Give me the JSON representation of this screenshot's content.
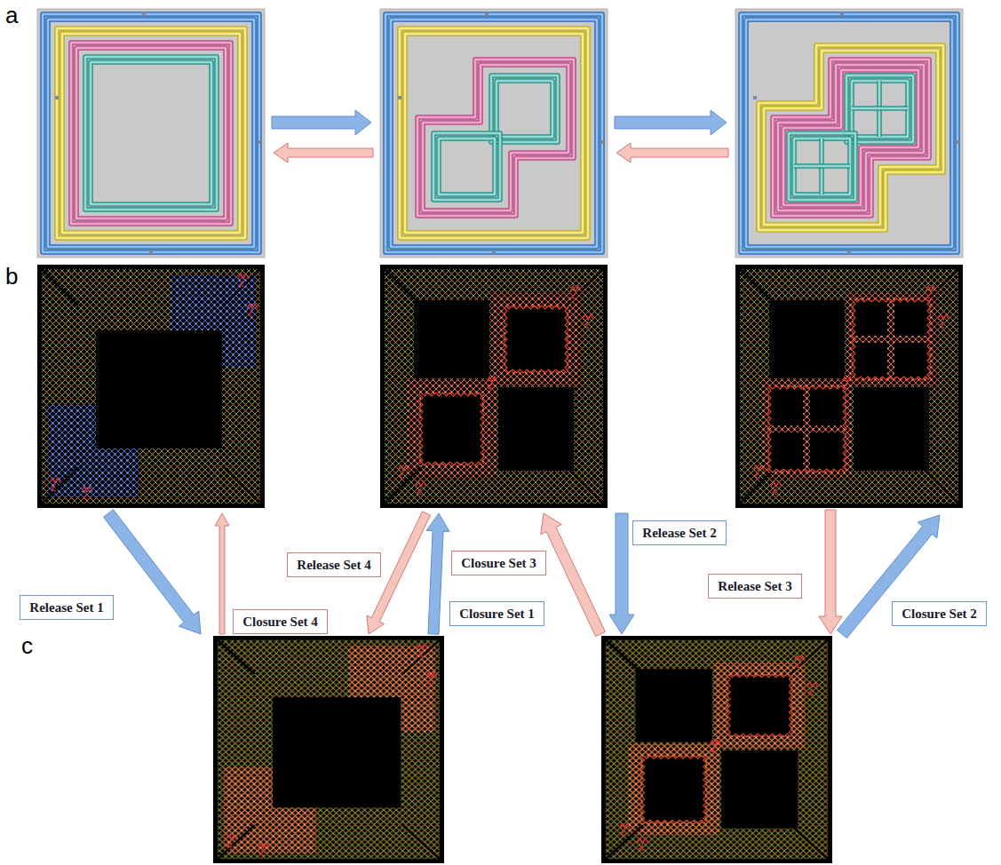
{
  "diagram": {
    "nodes": [
      {
        "text": [
          "Release Set 2"
        ]
      },
      {
        "text": [
          "Closure Set 3"
        ]
      },
      {
        "text": [
          "Release Set 4"
        ]
      },
      {
        "text": [
          "Release Set 3"
        ]
      },
      {
        "text": [
          "Release Set 1"
        ]
      },
      {
        "text": [
          "Closure Set 1"
        ]
      },
      {
        "text": [
          "Closure Set 2"
        ]
      },
      {
        "text": [
          "Closure Set 4"
        ]
      }
    ],
    "labels": [
      "a",
      "b",
      "c"
    ]
  }
}
